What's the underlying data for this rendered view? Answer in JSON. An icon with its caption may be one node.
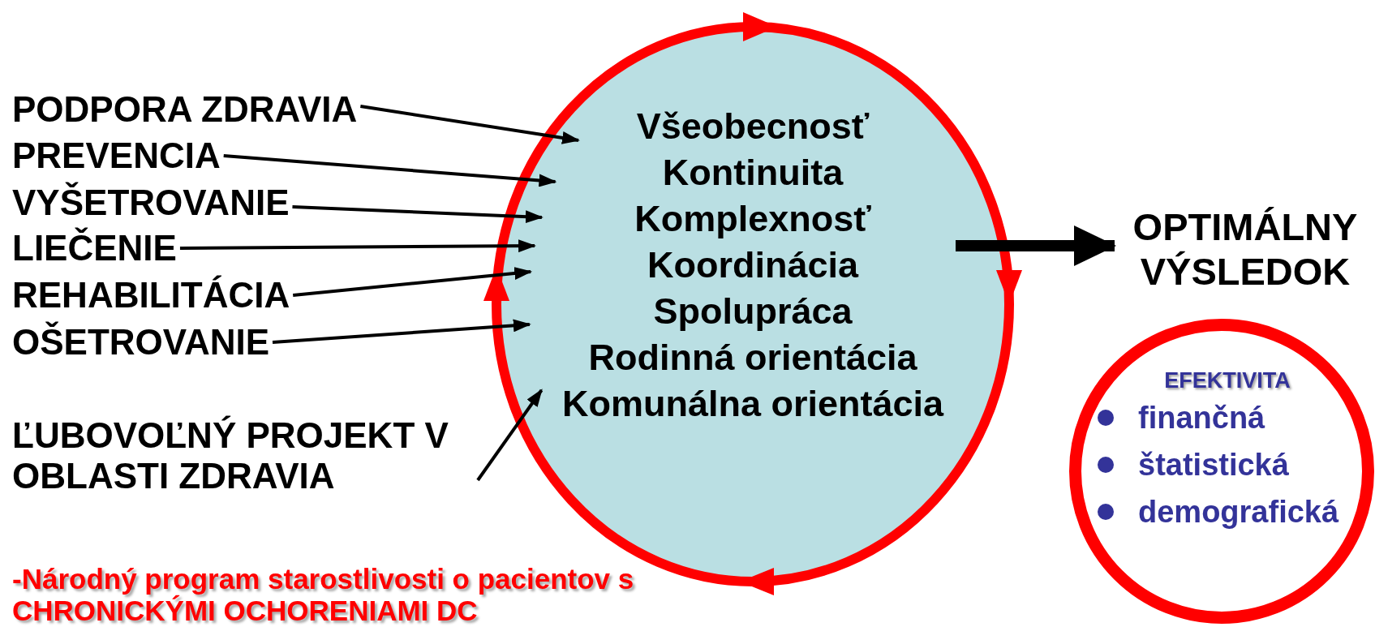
{
  "diagram": {
    "nodes": [
      {
        "text": [
          "PODPORA ZDRAVIA"
        ]
      },
      {
        "text": [
          "PREVENCIA"
        ]
      },
      {
        "text": [
          "VYŠETROVANIE"
        ]
      },
      {
        "text": [
          "LIEČENIE"
        ]
      },
      {
        "text": [
          "REHABILITÁCIA"
        ]
      },
      {
        "text": [
          "OŠETROVANIE"
        ]
      },
      {
        "text": [
          "ĽUBOVOĽNÝ PROJEKT V OBLASTI ZDRAVIA"
        ]
      },
      {
        "text": [
          "Všeobecnosť",
          "Kontinuita",
          "Komplexnosť",
          "Koordinácia",
          "Spolupráca",
          "Rodinná orientácia",
          "Komunálna orientácia"
        ]
      },
      {
        "text": [
          "OPTIMÁLNY VÝSLEDOK"
        ]
      },
      {
        "text": [
          "EFEKTIVITA",
          "finančná",
          "štatistická",
          "demografická"
        ]
      }
    ],
    "edges": [
      {
        "from": 0,
        "to": 7,
        "arrow": "to"
      },
      {
        "from": 1,
        "to": 7,
        "arrow": "to"
      },
      {
        "from": 2,
        "to": 7,
        "arrow": "to"
      },
      {
        "from": 3,
        "to": 7,
        "arrow": "to"
      },
      {
        "from": 4,
        "to": 7,
        "arrow": "to"
      },
      {
        "from": 5,
        "to": 7,
        "arrow": "to"
      },
      {
        "from": 6,
        "to": 7,
        "arrow": "to"
      },
      {
        "from": 7,
        "to": 8,
        "arrow": "to",
        "style": "thick"
      }
    ],
    "labels": [
      "-Národný program starostlivosti o pacientov s CHRONICKÝMI OCHORENIAMI DC"
    ]
  }
}
